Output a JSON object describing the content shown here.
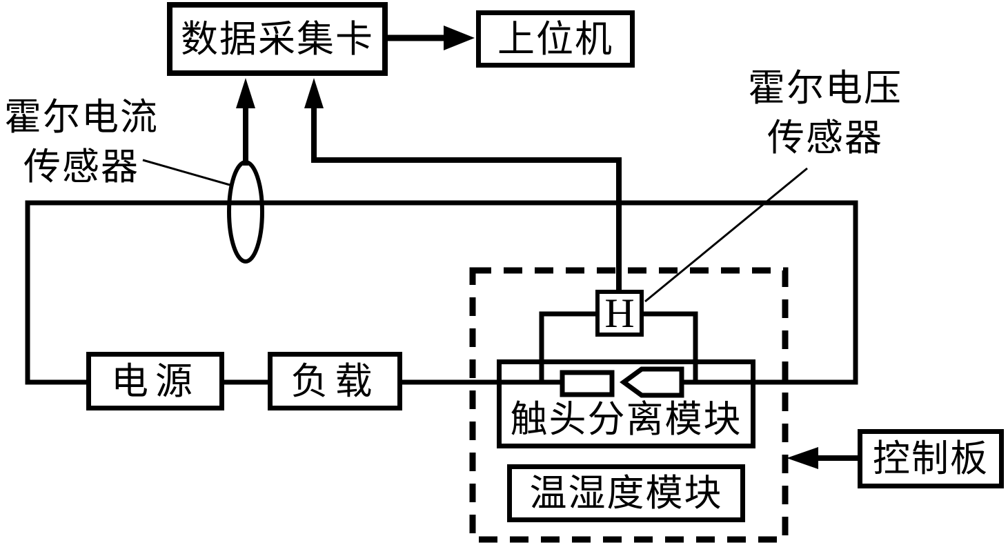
{
  "diagram": {
    "type": "block-diagram",
    "language": "zh-CN",
    "colors": {
      "ink": "#000000",
      "background": "#ffffff"
    },
    "nodes": {
      "daq_card": {
        "label": "数据采集卡"
      },
      "host_computer": {
        "label": "上位机"
      },
      "power_supply": {
        "label": "电源"
      },
      "load": {
        "label": "负载"
      },
      "hall_element": {
        "label": "H"
      },
      "contact_separation_module": {
        "label": "触头分离模块"
      },
      "temperature_humidity_module": {
        "label": "温湿度模块"
      },
      "control_board": {
        "label": "控制板"
      }
    },
    "annotations": {
      "hall_current_sensor": {
        "line1": "霍尔电流",
        "line2": "传感器",
        "full": "霍尔电流传感器"
      },
      "hall_voltage_sensor": {
        "line1": "霍尔电压",
        "line2": "传感器",
        "full": "霍尔电压传感器"
      }
    },
    "connections": [
      {
        "from": "hall_current_sensor",
        "to": "daq_card",
        "style": "arrow"
      },
      {
        "from": "hall_element",
        "to": "daq_card",
        "style": "arrow"
      },
      {
        "from": "daq_card",
        "to": "host_computer",
        "style": "arrow"
      },
      {
        "from": "control_board",
        "to": "dashed_module_group",
        "style": "arrow"
      },
      {
        "from": "power_supply",
        "to": "load",
        "style": "wire"
      },
      {
        "from": "load",
        "to": "contact_separation_module",
        "style": "wire"
      },
      {
        "from": "contact_separation_module",
        "to": "power_supply",
        "style": "wire-loop"
      },
      {
        "from": "hall_element",
        "to": "contact_separation_module",
        "style": "bridge-wire"
      }
    ],
    "dashed_group_members": [
      "hall_element",
      "contact_separation_module",
      "temperature_humidity_module"
    ]
  }
}
